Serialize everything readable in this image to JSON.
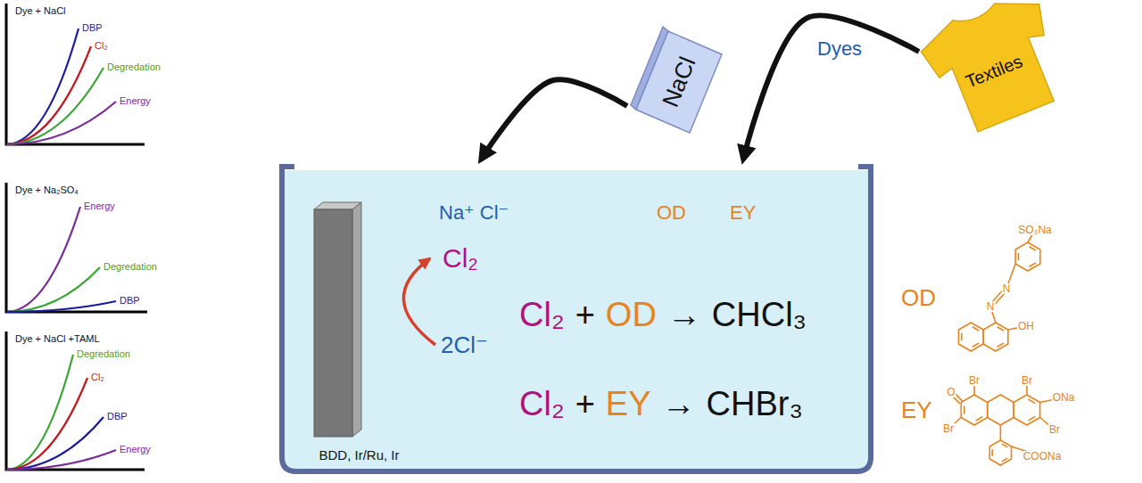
{
  "diagram": {
    "nodes": [
      {
        "text": [
          "NaCl"
        ]
      },
      {
        "text": [
          "Textiles"
        ]
      },
      {
        "text": [
          "Na⁺ Cl⁻",
          "OD",
          "EY",
          "Cl₂",
          "2Cl⁻",
          "Cl₂",
          "+",
          "OD",
          "→",
          "CHCl₃",
          "Cl₂",
          "+",
          "EY",
          "→",
          "CHBr₃"
        ]
      },
      {
        "text": [
          "BDD, Ir/Ru, Ir"
        ],
        "in": 2
      }
    ],
    "edges": [
      {
        "from": 0,
        "to": 2,
        "arrow": "to"
      },
      {
        "from": 1,
        "to": 2,
        "arrow": "to",
        "label": "Dyes"
      }
    ],
    "labels": [
      "Dye + NaCl",
      "DBP",
      "Cl₂",
      "Degredation",
      "Energy",
      "Dye + Na₂SO₄",
      "Energy",
      "Degredation",
      "DBP",
      "Dye + NaCl +TAML",
      "Degredation",
      "Cl₂",
      "DBP",
      "Energy",
      "OD",
      "EY",
      "SO₃Na",
      "N",
      "N",
      "OH",
      "O",
      "Br",
      "Br",
      "ONa",
      "Br",
      "Br",
      "COONa"
    ]
  }
}
